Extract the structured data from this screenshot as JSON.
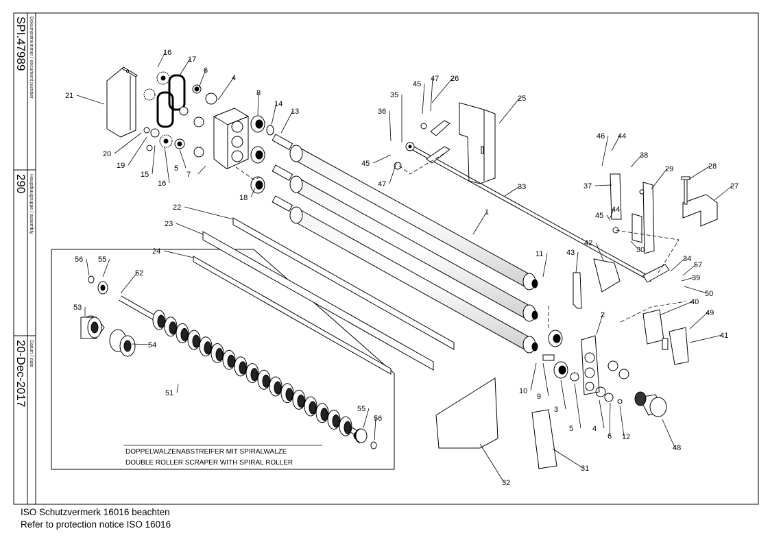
{
  "sidebar": {
    "document_number_label": "Dokumentnummer / document number",
    "document_number": "SPI.47989",
    "assembly_label": "Hauptbaugruppe / assembly",
    "assembly": "290",
    "date_label": "Datum / date",
    "date": "20-Dec-2017"
  },
  "notice": {
    "line1": "ISO Schutzvermerk 16016 beachten",
    "line2": "Refer to protection notice ISO 16016"
  },
  "subassembly": {
    "caption_de": "DOPPELWALZENABSTREIFER MIT SPIRALWALZE",
    "caption_en": "DOUBLE ROLLER SCRAPER WITH SPIRAL ROLLER"
  },
  "callouts": {
    "c1": "1",
    "c2": "2",
    "c3": "3",
    "c4a": "4",
    "c4b": "4",
    "c5a": "5",
    "c5b": "5",
    "c6a": "6",
    "c6b": "6",
    "c7": "7",
    "c8": "8",
    "c9": "9",
    "c10": "10",
    "c11": "11",
    "c12": "12",
    "c13": "13",
    "c14": "14",
    "c15": "15",
    "c16a": "16",
    "c16b": "16",
    "c17": "17",
    "c18": "18",
    "c19": "19",
    "c20": "20",
    "c21": "21",
    "c22": "22",
    "c23": "23",
    "c24": "24",
    "c25": "25",
    "c26": "26",
    "c27": "27",
    "c28": "28",
    "c29": "29",
    "c30": "30",
    "c31": "31",
    "c32": "32",
    "c33": "33",
    "c34": "34",
    "c35": "35",
    "c36": "36",
    "c37": "37",
    "c38": "38",
    "c39": "39",
    "c40": "40",
    "c41": "41",
    "c42": "42",
    "c43": "43",
    "c44a": "44",
    "c44b": "44",
    "c45a": "45",
    "c45b": "45",
    "c45c": "45",
    "c46": "46",
    "c47a": "47",
    "c47b": "47",
    "c48": "48",
    "c49": "49",
    "c50": "50",
    "c51": "51",
    "c52": "52",
    "c53": "53",
    "c54": "54",
    "c55a": "55",
    "c55b": "55",
    "c56a": "56",
    "c56b": "56",
    "c57": "57"
  }
}
